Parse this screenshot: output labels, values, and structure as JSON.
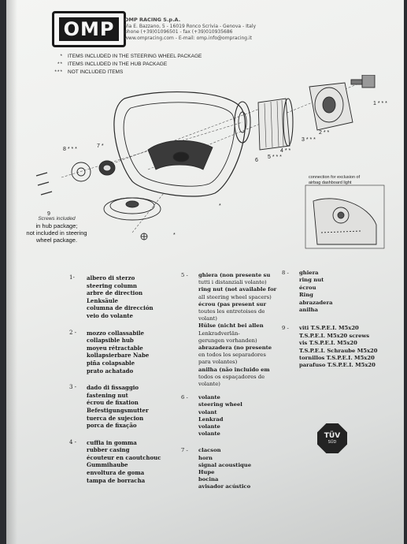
{
  "header": {
    "logo_text": "OMP",
    "company_name": "OMP RACING S.p.A.",
    "address": "Via E. Bazzano, 5 - 16019 Ronco Scrivia - Genova - Italy",
    "phone": "phone (+39)01096501 - fax (+39)010935686",
    "web": "www.ompracing.com - E-mail: omp.info@ompracing.it"
  },
  "legend": [
    {
      "key": "*",
      "text": "ITEMS INCLUDED IN THE STEERING WHEEL PACKAGE"
    },
    {
      "key": "**",
      "text": "ITEMS INCLUDED IN THE HUB PACKAGE"
    },
    {
      "key": "***",
      "text": "NOT INCLUDED ITEMS"
    }
  ],
  "diagram": {
    "callouts": [
      "1 * * *",
      "2 * *",
      "3 * * *",
      "4 * *",
      "5 * * *",
      "6",
      "7 *",
      "8 * * *",
      "9",
      "*",
      "*"
    ],
    "screws_caption": "Screws included",
    "hub_caption": [
      "in hub package;",
      "not included in steering",
      "wheel package."
    ],
    "airbag_note": [
      "connection for exclusion of",
      "airbag dashboard light"
    ]
  },
  "parts_col1": [
    {
      "num": "1-",
      "lines": [
        "albero di sterzo",
        "steering column",
        "arbre de direction",
        "Lenksäule",
        "columna de dirección",
        "veio do volante"
      ]
    },
    {
      "num": "2 -",
      "lines": [
        "mozzo collassabile",
        "collapsible hub",
        "moyeu rétractable",
        "kollapsierbare Nabe",
        "piña colapsable",
        "prato achatado"
      ]
    },
    {
      "num": "3 -",
      "lines": [
        "dado di fissaggio",
        "fastening nut",
        "écrou de fixation",
        "Befestigungsmutter",
        "tuerca de sujecion",
        "porca de fixação"
      ]
    },
    {
      "num": "4 -",
      "lines": [
        "cuffia in gomma",
        "rubber casing",
        "écouteur en caoutchouc",
        "Gummihaube",
        "envoltura de goma",
        "tampa de borracha"
      ]
    }
  ],
  "parts_col2": [
    {
      "num": "5 -",
      "lines": [
        "ghiera (non presente su",
        "tutti i distanziali volante)",
        "ring nut (not available for",
        "all steering wheel spacers)",
        "écrou (pas present sur",
        "toutes les entretoises de",
        "volant)",
        "Hülse (nicht bei allen",
        "Lenkradverlän-",
        "gerungen vorhanden)",
        "abrazadera (no presente",
        "en todos los separadores",
        "para volantes)",
        "anilha (não incluido em",
        "todos os espaçadores de",
        "volante)"
      ]
    },
    {
      "num": "6 -",
      "lines": [
        "volante",
        "steering wheel",
        "volant",
        "Lenkrad",
        "volante",
        "volante"
      ]
    },
    {
      "num": "7 -",
      "lines": [
        "clacson",
        "horn",
        "signal acoustique",
        "Hupe",
        "bocina",
        "avisador acústico"
      ]
    }
  ],
  "parts_col3": [
    {
      "num": "8 -",
      "lines": [
        "ghiera",
        "ring nut",
        "écrou",
        "Ring",
        "abrazadera",
        "anilha"
      ]
    },
    {
      "num": "9 -",
      "lines": [
        "viti T.S.P.E.I. M5x20",
        "T.S.P.E.I. M5x20 screws",
        "vis T.S.P.E.I. M5x20",
        "T.S.P.E.I. Schraube M5x20",
        "tornillos T.S.P.E.I. M5x20",
        "parafuso T.S.P.E.I. M5x20"
      ]
    }
  ],
  "badge": {
    "line1": "TÜV",
    "line2": "SÜD"
  },
  "colors": {
    "paper": "#f2f3f1",
    "ink": "#1b1b1b",
    "background": "#2a2c30"
  }
}
